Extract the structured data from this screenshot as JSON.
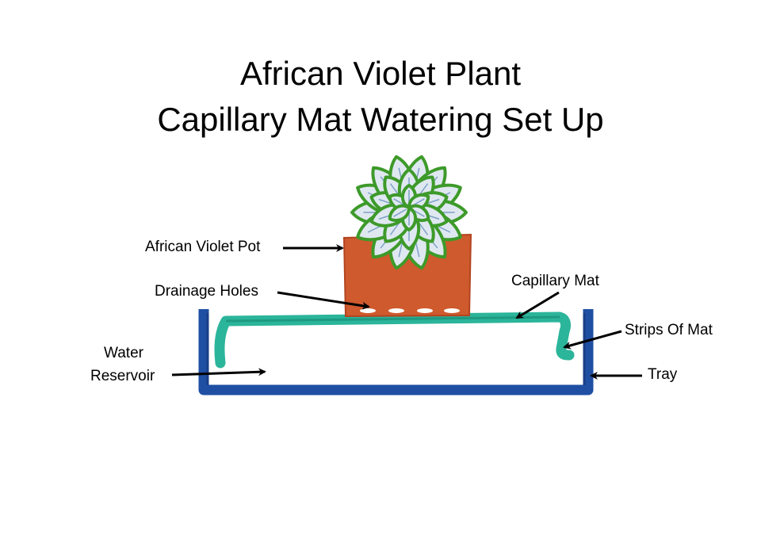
{
  "title": {
    "line1": "African Violet Plant",
    "line2": "Capillary Mat Watering Set Up"
  },
  "labels": {
    "pot": "African Violet Pot",
    "drainage": "Drainage Holes",
    "capillary_mat": "Capillary Mat",
    "strips": "Strips Of Mat",
    "water_line1": "Water",
    "water_line2": "Reservoir",
    "tray": "Tray"
  },
  "colors": {
    "tray": "#1f4fa3",
    "mat": "#2bb59a",
    "pot": "#cf5a2e",
    "leaf_fill": "#dfe8f0",
    "leaf_edge": "#3d9a2a",
    "arrow": "#000000"
  }
}
